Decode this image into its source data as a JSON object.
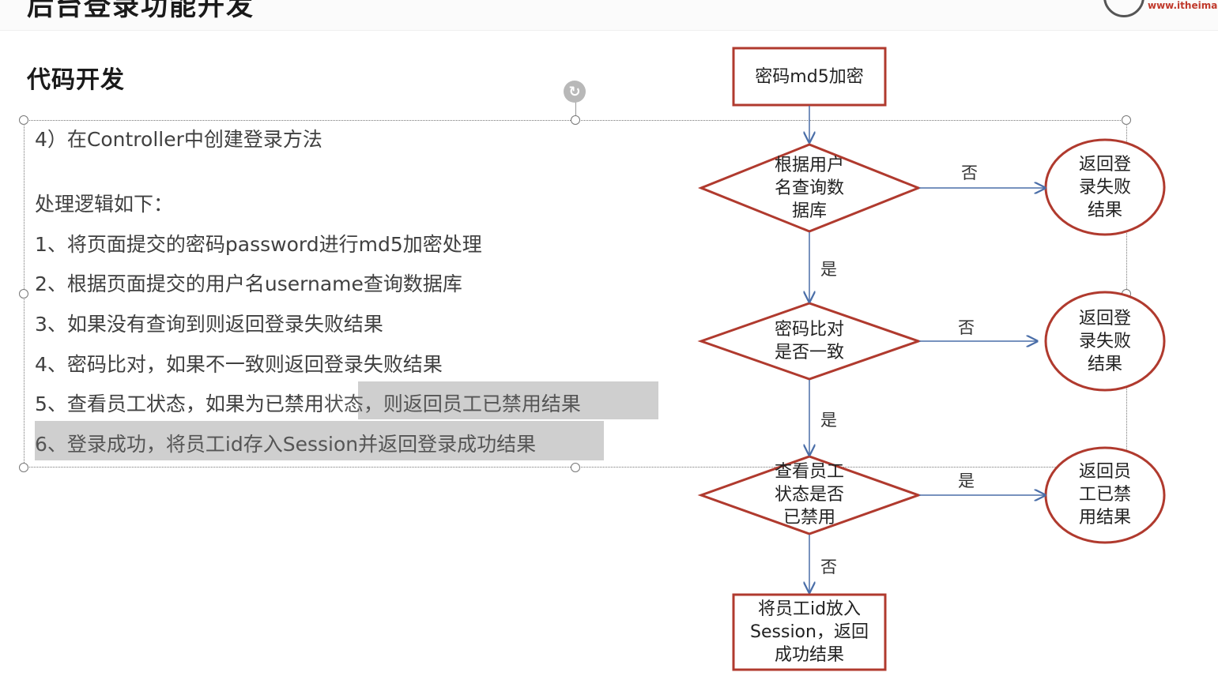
{
  "header": {
    "title": "后台登录功能开发",
    "logo_text": "www.itheima.c"
  },
  "section_title": "代码开发",
  "content": {
    "step": "4）在Controller中创建登录方法",
    "logic_intro": "处理逻辑如下：",
    "items": [
      "1、将页面提交的密码password进行md5加密处理",
      "2、根据页面提交的用户名username查询数据库",
      "3、如果没有查询到则返回登录失败结果",
      "4、密码比对，如果不一致则返回登录失败结果",
      "5、查看员工状态，如果为已禁用状态，则返回员工已禁用结果",
      "6、登录成功，将员工id存入Session并返回登录成功结果"
    ],
    "item5_a": "5、查看员工状态，如果为已禁用",
    "item5_b": "状态，则返回员工已禁用结果"
  },
  "flowchart": {
    "nodes": {
      "md5": "密码md5加密",
      "query": "根据用户\n名查询数\n据库",
      "fail1": "返回登\n录失败\n结果",
      "compare": "密码比对\n是否一致",
      "fail2": "返回登\n录失败\n结果",
      "status": "查看员工\n状态是否\n已禁用",
      "disabled": "返回员\n工已禁\n用结果",
      "success": "将员工id放入\nSession，返回\n成功结果"
    },
    "edges": {
      "no1": "否",
      "yes1": "是",
      "no2": "否",
      "yes2": "是",
      "yes3": "是",
      "no3": "否"
    },
    "colors": {
      "shape_stroke": "#b03a2e",
      "arrow": "#4a6ea8"
    }
  }
}
